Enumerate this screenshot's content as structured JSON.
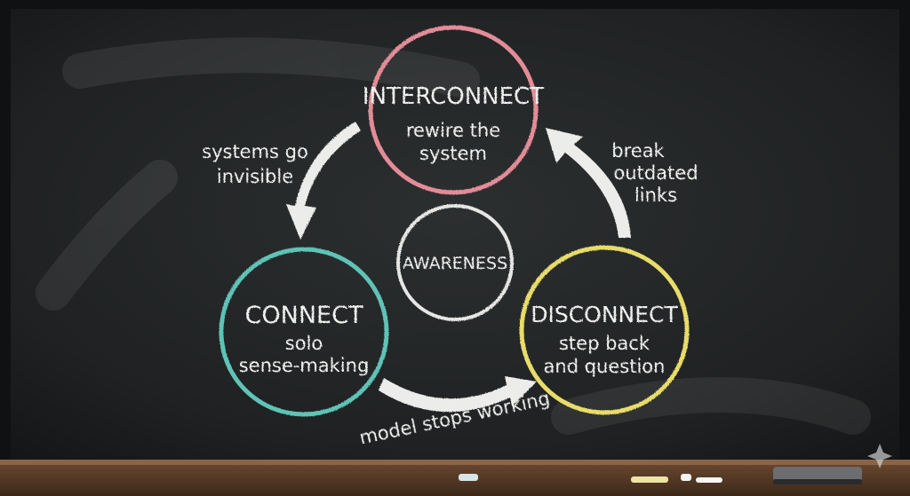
{
  "diagram": {
    "center": {
      "label": "AWARENESS",
      "color": "#e6e6e4"
    },
    "nodes": [
      {
        "id": "interconnect",
        "title": "INTERCONNECT",
        "line1": "rewire the",
        "line2": "system",
        "color": "#e38c98"
      },
      {
        "id": "connect",
        "title": "CONNECT",
        "line1": "solo",
        "line2": "sense-making",
        "color": "#5fc3b6"
      },
      {
        "id": "disconnect",
        "title": "DISCONNECT",
        "line1": "step back",
        "line2": "and question",
        "color": "#e8dc6a"
      }
    ],
    "arrows": [
      {
        "from": "interconnect",
        "to": "connect",
        "line1": "systems go",
        "line2": "invisible",
        "line3": ""
      },
      {
        "from": "connect",
        "to": "disconnect",
        "line1": "model stops working",
        "line2": "",
        "line3": ""
      },
      {
        "from": "disconnect",
        "to": "interconnect",
        "line1": "break",
        "line2": "outdated",
        "line3": "links"
      }
    ]
  }
}
